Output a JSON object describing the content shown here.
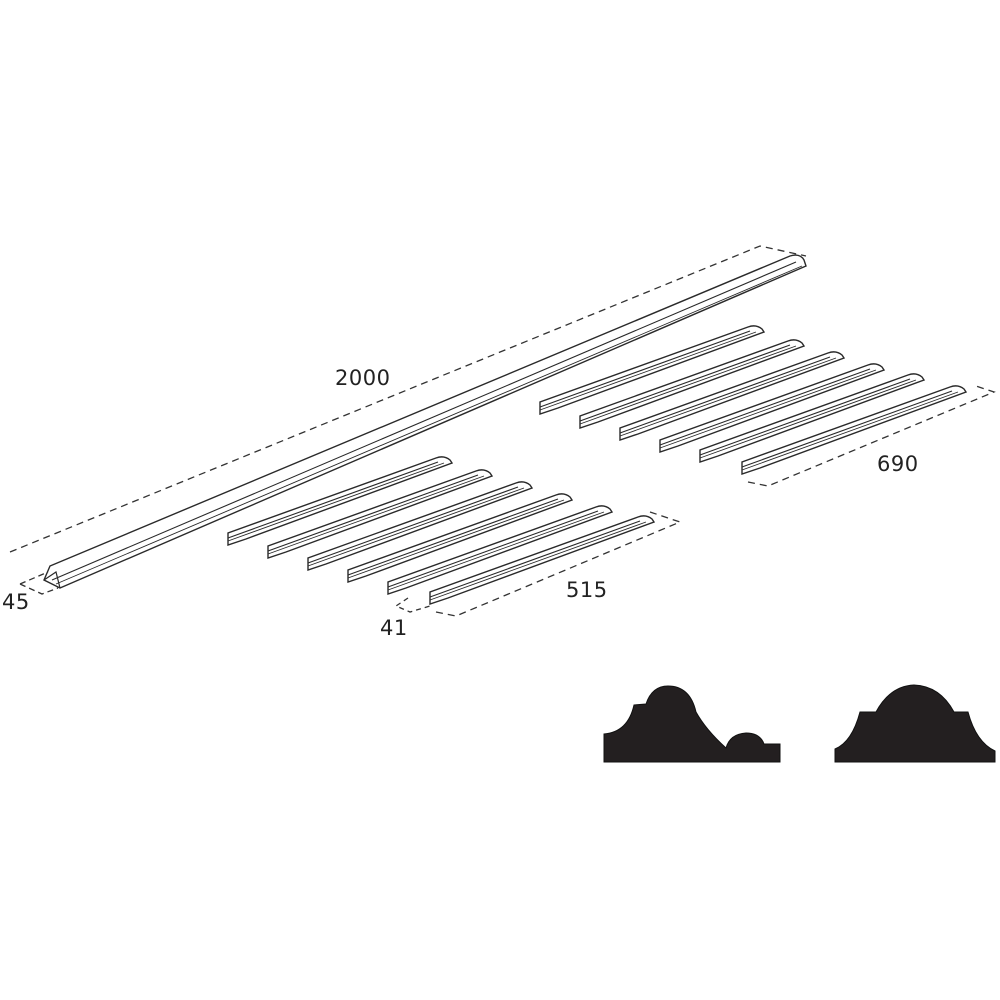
{
  "diagram": {
    "type": "technical product drawing - moulding strips kit",
    "colors": {
      "stroke": "#2a2a2a",
      "profile_fill": "#231f20",
      "dash": "#333333"
    },
    "dimensions": {
      "long_length": "2000",
      "long_height": "45",
      "short_group_a_length": "515",
      "short_group_a_height": "41",
      "short_group_b_length": "690"
    },
    "parts": {
      "long_strip_count": 1,
      "group_a_strip_count": 6,
      "group_b_strip_count": 6
    },
    "profiles": [
      {
        "name": "profile-asymmetric"
      },
      {
        "name": "profile-symmetric"
      }
    ]
  }
}
